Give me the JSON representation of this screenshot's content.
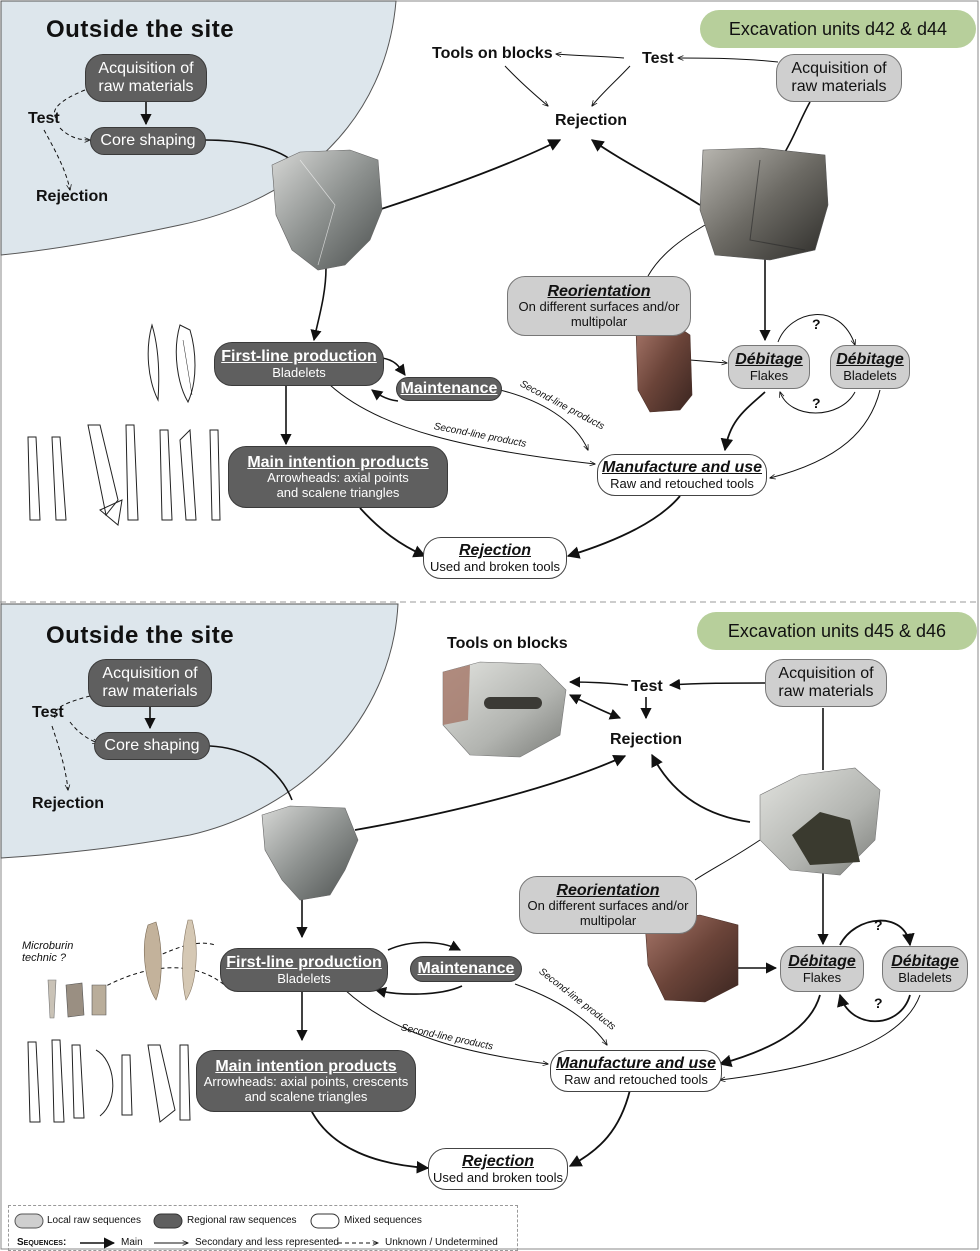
{
  "panel1": {
    "outside_title": "Outside the site",
    "unit_title": "Excavation units d42 & d44",
    "outside": {
      "acquisition": "Acquisition of raw materials",
      "test": "Test",
      "core_shaping": "Core shaping",
      "rejection": "Rejection"
    },
    "tools_on_blocks": "Tools on blocks",
    "test": "Test",
    "rejection": "Rejection",
    "acquisition": "Acquisition of raw materials",
    "reorientation_title": "Reorientation",
    "reorientation_sub": "On different surfaces and/or multipolar",
    "debitage_flakes_title": "Débitage",
    "debitage_flakes_sub": "Flakes",
    "debitage_bladelets_title": "Débitage",
    "debitage_bladelets_sub": "Bladelets",
    "q1": "?",
    "q2": "?",
    "first_line_title": "First-line production",
    "first_line_sub": "Bladelets",
    "maintenance": "Maintenance",
    "second_line_1": "Second-line products",
    "second_line_2": "Second-line products",
    "main_products_title": "Main intention products",
    "main_products_sub": "Arrowheads: axial points and scalene triangles",
    "manufacture_title": "Manufacture and use",
    "manufacture_sub": "Raw and retouched tools",
    "rejection_final_title": "Rejection",
    "rejection_final_sub": "Used and broken tools"
  },
  "panel2": {
    "outside_title": "Outside the site",
    "unit_title": "Excavation units d45 & d46",
    "outside": {
      "acquisition": "Acquisition of raw materials",
      "test": "Test",
      "core_shaping": "Core shaping",
      "rejection": "Rejection"
    },
    "tools_on_blocks": "Tools on blocks",
    "test": "Test",
    "rejection": "Rejection",
    "acquisition": "Acquisition of raw materials",
    "reorientation_title": "Reorientation",
    "reorientation_sub": "On different surfaces and/or multipolar",
    "debitage_flakes_title": "Débitage",
    "debitage_flakes_sub": "Flakes",
    "debitage_bladelets_title": "Débitage",
    "debitage_bladelets_sub": "Bladelets",
    "q1": "?",
    "q2": "?",
    "microburin": "Microburin technic ?",
    "first_line_title": "First-line production",
    "first_line_sub": "Bladelets",
    "maintenance": "Maintenance",
    "second_line_1": "Second-line products",
    "second_line_2": "Second-line products",
    "main_products_title": "Main intention products",
    "main_products_sub": "Arrowheads: axial points, crescents and scalene triangles",
    "manufacture_title": "Manufacture and use",
    "manufacture_sub": "Raw and retouched tools",
    "rejection_final_title": "Rejection",
    "rejection_final_sub": "Used and broken tools"
  },
  "legend": {
    "local": "Local raw sequences",
    "regional": "Regional raw sequences",
    "mixed": "Mixed sequences",
    "sequences_label": "Sequences:",
    "main": "Main",
    "secondary": "Secondary and less represented",
    "unknown": "Unknown / Undetermined"
  },
  "colors": {
    "regional": "#5f5f5f",
    "local": "#cfcfcf",
    "mixed": "#ffffff",
    "outside_bg": "#dde6ec",
    "unit_badge": "#b7cf9b"
  }
}
